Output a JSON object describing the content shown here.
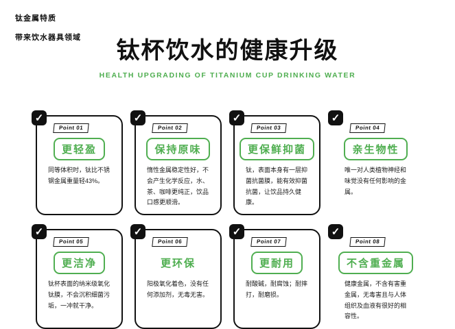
{
  "page": {
    "corner_line1": "钛金属特质",
    "corner_line2": "带来饮水器具领域",
    "title": "钛杯饮水的健康升级",
    "subtitle": "HEALTH UPGRADING OF TITANIUM CUP DRINKING WATER"
  },
  "colors": {
    "green": "#4fae50",
    "ink": "#111111"
  },
  "icons": {
    "check": "✓"
  },
  "cards": [
    {
      "point": "Point 01",
      "title": "更轻盈",
      "desc": "同等体积时，钛比不锈钢金属重量轻43%。"
    },
    {
      "point": "Point 02",
      "title": "保持原味",
      "desc": "惰性金属稳定性好，不会产生化学反应，水、茶、咖啡更纯正，饮品口感更顺滑。"
    },
    {
      "point": "Point 03",
      "title": "更保鲜抑菌",
      "desc": "钛，表面本身有一层抑菌抗菌膜，能有效抑菌抗菌，让饮品持久健康。"
    },
    {
      "point": "Point 04",
      "title": "亲生物性",
      "desc": "唯一对人类植物神经和味觉没有任何影响的金属。"
    },
    {
      "point": "Point 05",
      "title": "更洁净",
      "desc": "钛杯表面的纳米级氧化钛膜，不会沉积细菌污垢，一冲就干净。"
    },
    {
      "point": "Point 06",
      "title": "更环保",
      "desc": "阳极氧化着色，没有任何添加剂，无毒无害。"
    },
    {
      "point": "Point 07",
      "title": "更耐用",
      "desc": "耐酸碱，耐腐蚀；耐摔打，耐磨损。"
    },
    {
      "point": "Point 08",
      "title": "不含重金属",
      "desc": "健康金属，不含有害重金属，无毒害且与人体组织及血液有很好的相容性。"
    }
  ]
}
